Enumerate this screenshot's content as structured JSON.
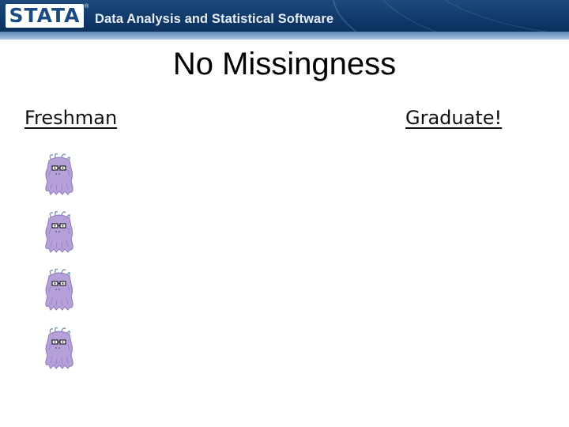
{
  "banner": {
    "logo_text": "STATA",
    "registered_mark": "®",
    "tagline": "Data Analysis and Statistical Software",
    "colors": {
      "dark": "#0f3767",
      "band": "#a7c3df"
    }
  },
  "slide": {
    "title": "No Missingness",
    "left_heading": "Freshman",
    "right_heading": "Graduate!",
    "students": [
      {
        "icon": "purple-student-creature-icon"
      },
      {
        "icon": "purple-student-creature-icon"
      },
      {
        "icon": "purple-student-creature-icon"
      },
      {
        "icon": "purple-student-creature-icon"
      }
    ],
    "student_color": "#b39ddb"
  }
}
